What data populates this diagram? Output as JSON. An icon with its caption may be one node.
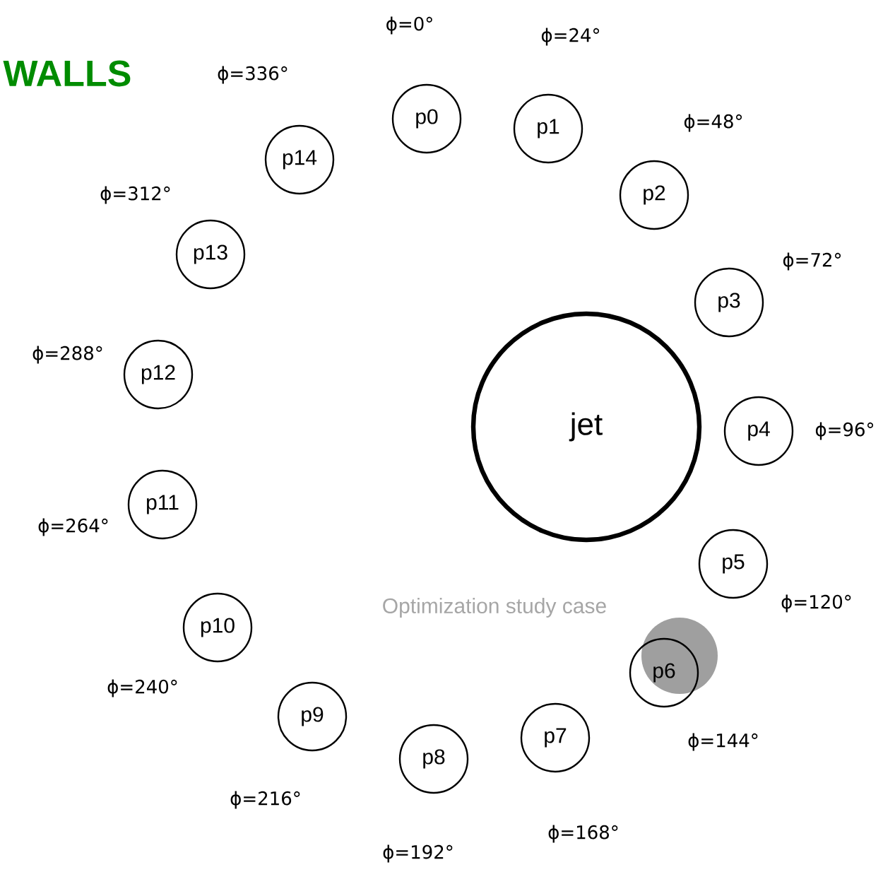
{
  "diagram": {
    "nodes": [
      {
        "text": [
          "p0"
        ],
        "beside": [
          "ϕ=0°"
        ]
      },
      {
        "text": [
          "p1"
        ],
        "beside": [
          "ϕ=24°"
        ]
      },
      {
        "text": [
          "p2"
        ],
        "beside": [
          "ϕ=48°"
        ]
      },
      {
        "text": [
          "p3"
        ],
        "beside": [
          "ϕ=72°"
        ]
      },
      {
        "text": [
          "p4"
        ],
        "beside": [
          "ϕ=96°"
        ]
      },
      {
        "text": [
          "p5"
        ],
        "beside": [
          "ϕ=120°"
        ]
      },
      {
        "text": [
          "p6"
        ],
        "beside": [
          "ϕ=144°"
        ]
      },
      {
        "text": [
          "p7"
        ],
        "beside": [
          "ϕ=168°"
        ]
      },
      {
        "text": [
          "p8"
        ],
        "beside": [
          "ϕ=192°"
        ]
      },
      {
        "text": [
          "p9"
        ],
        "beside": [
          "ϕ=216°"
        ]
      },
      {
        "text": [
          "p10"
        ],
        "beside": [
          "ϕ=240°"
        ]
      },
      {
        "text": [
          "p11"
        ],
        "beside": [
          "ϕ=264°"
        ]
      },
      {
        "text": [
          "p12"
        ],
        "beside": [
          "ϕ=288°"
        ]
      },
      {
        "text": [
          "p13"
        ],
        "beside": [
          "ϕ=312°"
        ]
      },
      {
        "text": [
          "p14"
        ],
        "beside": [
          "ϕ=336°"
        ]
      },
      {
        "text": [
          "jet"
        ]
      }
    ],
    "labels": [
      "WALLS",
      "Optimization study case"
    ]
  }
}
